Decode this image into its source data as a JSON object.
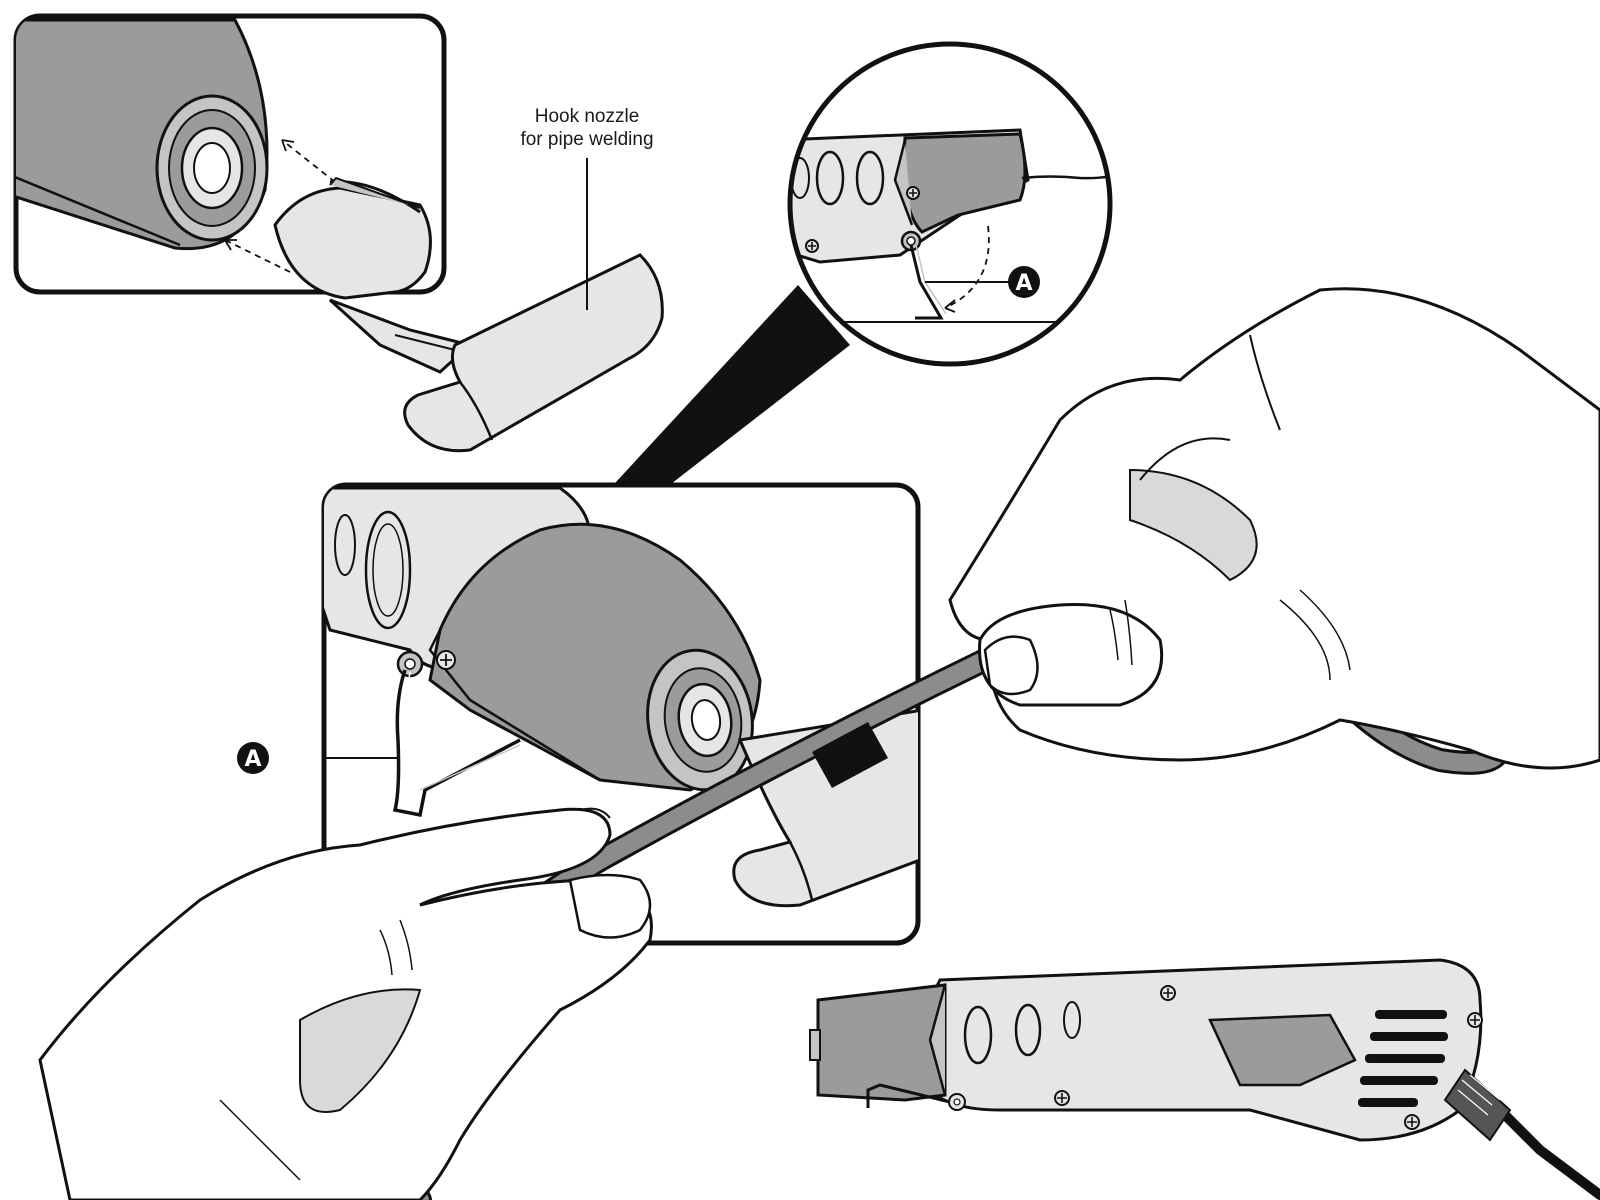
{
  "annotation": {
    "hook_nozzle_line1": "Hook nozzle",
    "hook_nozzle_line2": "for pipe welding"
  },
  "callouts": {
    "stand_label_zoom": "A",
    "stand_label_main": "A"
  },
  "colors": {
    "outline": "#111111",
    "dark_gray": "#9b9b9b",
    "mid_gray": "#c4c4c4",
    "light_gray": "#e6e6e6",
    "rod_gray": "#8c8c8c",
    "badge": "#111111"
  }
}
